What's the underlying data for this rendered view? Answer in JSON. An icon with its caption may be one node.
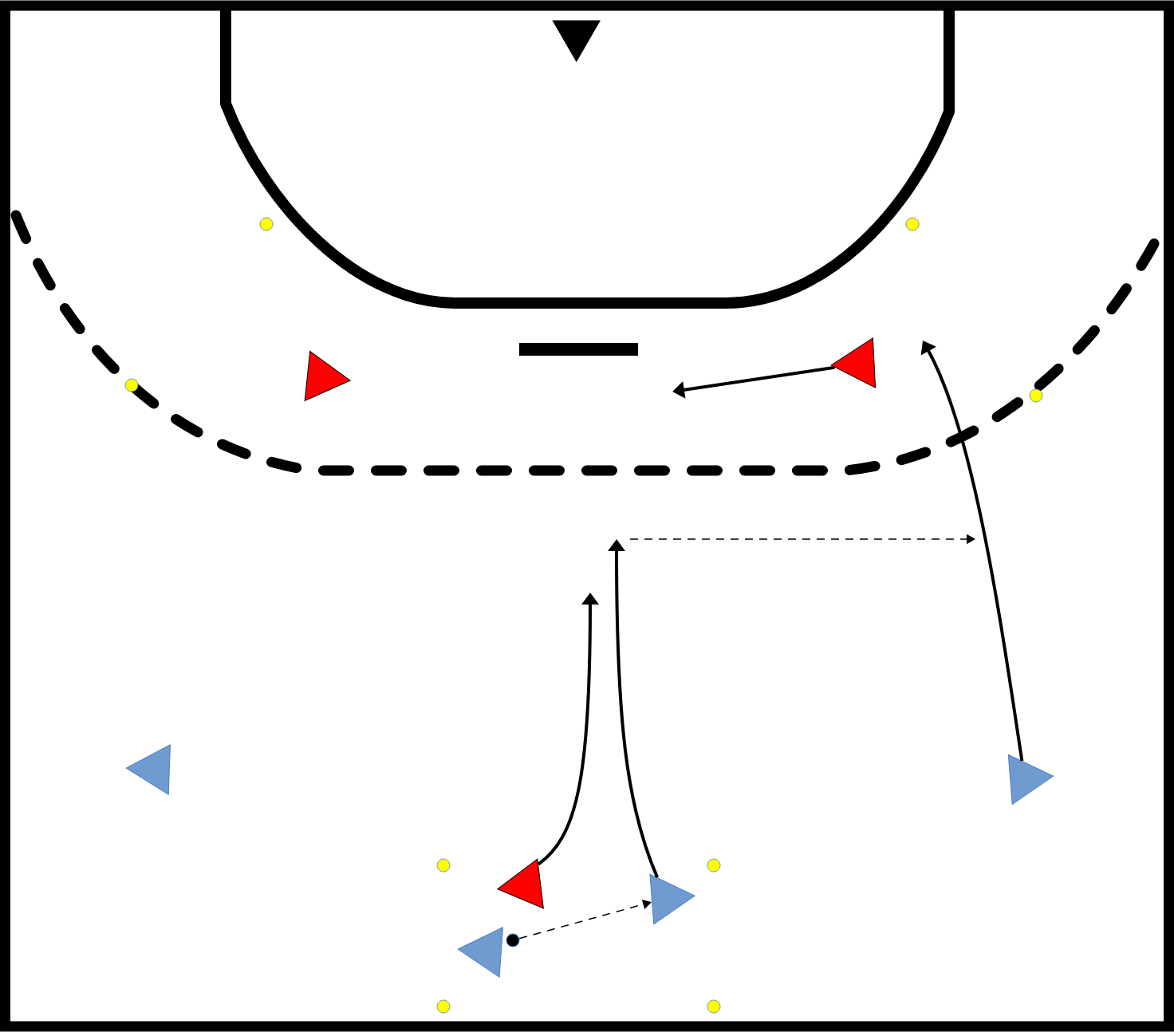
{
  "diagram": {
    "nodes": [
      {
        "text": [],
        "shape": "triangle"
      },
      {
        "text": [],
        "shape": "triangle"
      },
      {
        "text": [],
        "shape": "triangle"
      },
      {
        "text": [],
        "shape": "triangle"
      },
      {
        "text": [],
        "shape": "triangle"
      },
      {
        "text": [],
        "shape": "triangle"
      },
      {
        "text": [],
        "shape": "triangle"
      },
      {
        "text": [],
        "shape": "triangle"
      },
      {
        "text": [],
        "shape": "circle"
      }
    ],
    "edges": [
      {
        "from": 2,
        "to": null,
        "arrow": "to"
      },
      {
        "from": 4,
        "to": null,
        "arrow": "to"
      },
      {
        "from": 5,
        "to": null,
        "arrow": "to"
      },
      {
        "from": 6,
        "to": null,
        "arrow": "to"
      },
      {
        "from": 8,
        "to": 6,
        "arrow": "to",
        "style": "dashed"
      }
    ]
  }
}
